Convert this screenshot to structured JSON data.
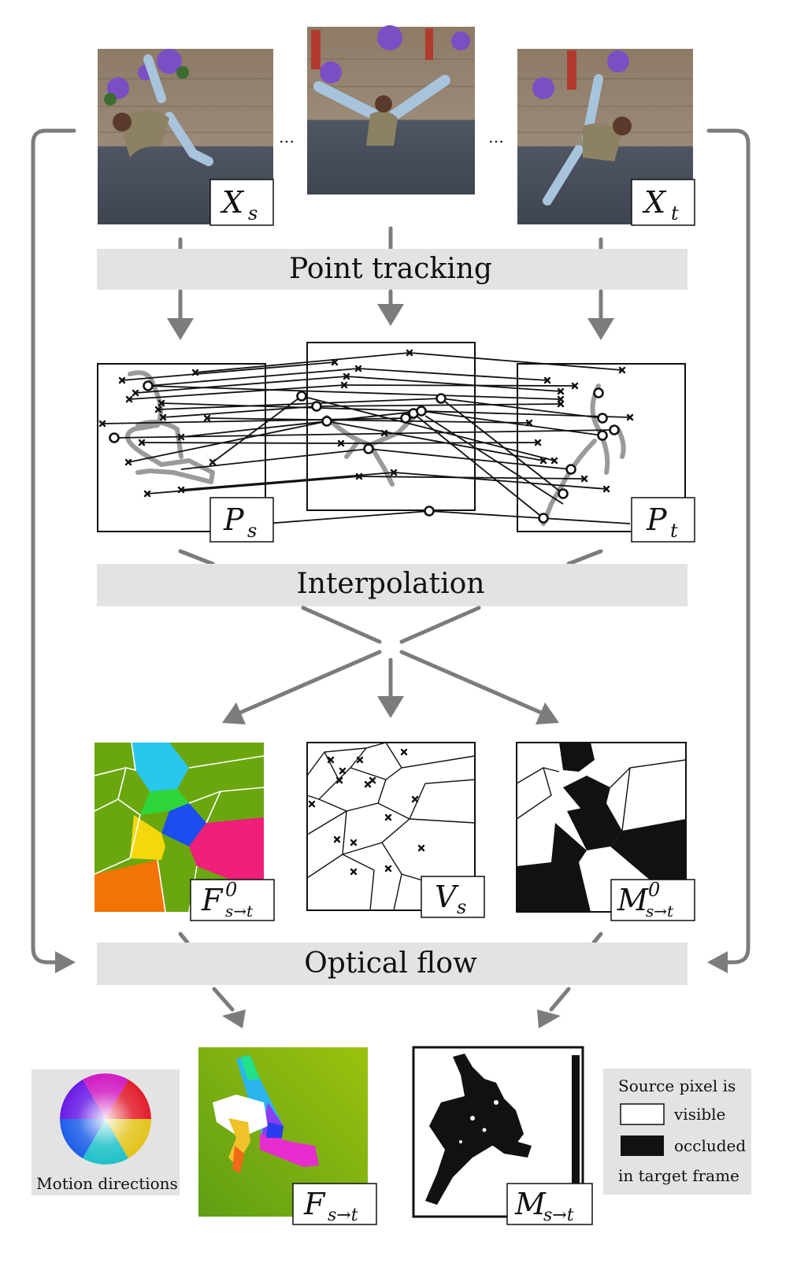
{
  "frames": {
    "source_label": {
      "main": "X",
      "sub": "s"
    },
    "target_label": {
      "main": "X",
      "sub": "t"
    },
    "ellipsis": "…"
  },
  "stages": {
    "point_tracking": "Point tracking",
    "interpolation": "Interpolation",
    "optical_flow": "Optical flow"
  },
  "tracks": {
    "source_label": {
      "main": "P",
      "sub": "s"
    },
    "target_label": {
      "main": "P",
      "sub": "t"
    }
  },
  "interpolated": {
    "flow_label": {
      "main": "F",
      "sup": "0",
      "sub": "s→t"
    },
    "voronoi_label": {
      "main": "V",
      "sub": "s"
    },
    "mask_label": {
      "main": "M",
      "sup": "0",
      "sub": "s→t"
    }
  },
  "outputs": {
    "flow_label": {
      "main": "F",
      "sub": "s→t"
    },
    "mask_label": {
      "main": "M",
      "sub": "s→t"
    }
  },
  "motion_legend": {
    "caption": "Motion directions"
  },
  "visibility_legend": {
    "title": "Source pixel is",
    "visible": "visible",
    "occluded": "occluded",
    "footer": "in target frame"
  },
  "colors": {
    "arrow": "#7c7c7c",
    "band": "#e3e3e3",
    "flow_background": "#6aa70e",
    "legend_background": "#e3e3e3"
  }
}
